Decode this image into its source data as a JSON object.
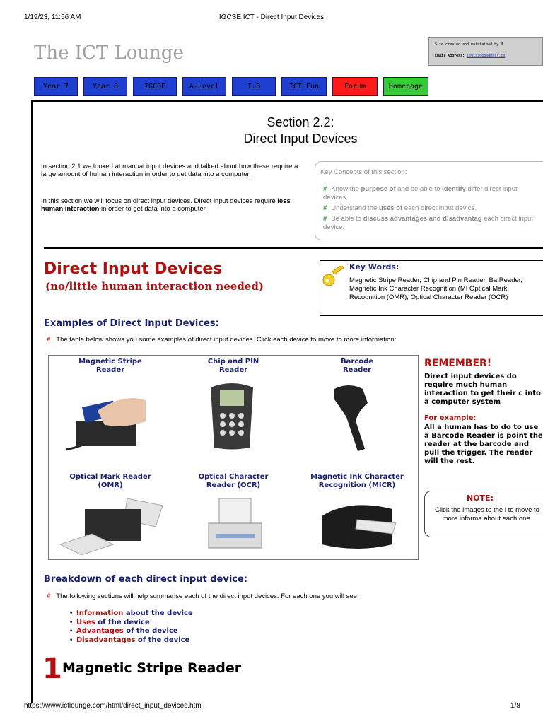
{
  "print_header": {
    "datetime": "1/19/23, 11:56 AM",
    "page_title": "IGCSE ICT - Direct Input Devices"
  },
  "site": {
    "title": "The ICT Lounge",
    "credit_line1": "Site created and maintained by M",
    "credit_email_label": "Email Address:",
    "credit_email": "louis1088@gmail.co"
  },
  "nav": [
    {
      "label": "Year 7",
      "color": "#1f3fd1"
    },
    {
      "label": "Year 8",
      "color": "#1f3fd1"
    },
    {
      "label": "IGCSE",
      "color": "#1f3fd1"
    },
    {
      "label": "A-Level",
      "color": "#1f3fd1"
    },
    {
      "label": "I.B",
      "color": "#1f3fd1"
    },
    {
      "label": "ICT Fun",
      "color": "#1f3fd1"
    },
    {
      "label": "Forum",
      "color": "#ff1a1a"
    },
    {
      "label": "Homepage",
      "color": "#33cc33"
    }
  ],
  "section": {
    "title_line1": "Section 2.2:",
    "title_line2": "Direct Input Devices"
  },
  "intro": {
    "p1": "In section 2.1 we looked at manual input devices and talked about how these require a large amount of human interaction in order to get data into a computer.",
    "p2_before": "In this section we will focus on direct input devices. Direct input devices require ",
    "p2_bold": "less human interaction",
    "p2_after": " in order to get data into a computer."
  },
  "key_concepts": {
    "title": "Key Concepts of this section:",
    "items": [
      {
        "a": "Know the ",
        "b": "purpose of",
        "c": " and be able to ",
        "d": "identify",
        "e": " differ direct input devices."
      },
      {
        "a": "Understand the ",
        "b": "uses of",
        "c": " each direct input device.",
        "d": "",
        "e": ""
      },
      {
        "a": "Be able to ",
        "b": "discuss advantages and disadvantag",
        "c": " each direct input device.",
        "d": "",
        "e": ""
      }
    ]
  },
  "main": {
    "title": "Direct Input Devices",
    "subtitle": "(no/little human interaction needed)",
    "key_words_title": "Key Words:",
    "key_words_text": "Magnetic Stripe Reader, Chip and Pin Reader, Ba Reader, Magnetic Ink Character Recognition (MI Optical Mark Recognition (OMR), Optical Character Reader (OCR)",
    "examples_heading": "Examples of Direct Input Devices:",
    "examples_intro": "The table below shows you some examples of direct input devices. Click each device to move to more information:",
    "devices": [
      {
        "line1": "Magnetic Stripe",
        "line2": "Reader"
      },
      {
        "line1": "Chip and PIN",
        "line2": "Reader"
      },
      {
        "line1": "Barcode",
        "line2": "Reader"
      },
      {
        "line1": "Optical Mark Reader",
        "line2": "(OMR)"
      },
      {
        "line1": "Optical Character",
        "line2": "Reader (OCR)"
      },
      {
        "line1": "Magnetic Ink Character",
        "line2": "Recognition (MICR)"
      }
    ],
    "remember": {
      "title": "REMEMBER!",
      "text": "Direct input devices do require much human interaction to get their c into a computer system",
      "example_label": "For example:",
      "example_text": "All a human has to do to use a Barcode Reader is point the reader at the barcode and pull the trigger. The reader will the rest."
    },
    "note": {
      "title": "NOTE:",
      "text": "Click the images to the l to move to more informa about each one."
    },
    "breakdown_heading": "Breakdown of each direct input device:",
    "breakdown_intro": "The following sections will help summarise each of the direct input devices. For each one you will see:",
    "breakdown_list": [
      {
        "red": "Information",
        "blue": " about the device"
      },
      {
        "red": "Uses",
        "blue": " of the device"
      },
      {
        "red": "Advantages",
        "blue": " of the device"
      },
      {
        "red": "Disadvantages",
        "blue": " of the device"
      }
    ],
    "first_number": "1",
    "first_title": "Magnetic Stripe Reader"
  },
  "footer": {
    "url": "https://www.ictlounge.com/html/direct_input_devices.htm",
    "page": "1/8"
  }
}
